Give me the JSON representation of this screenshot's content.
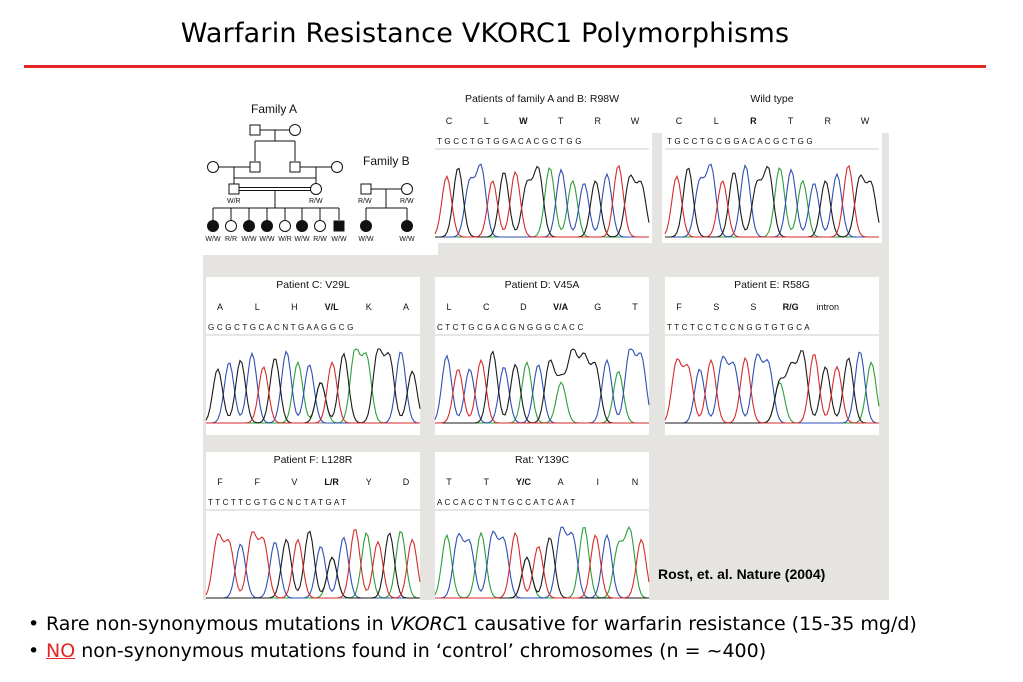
{
  "slide": {
    "title": "Warfarin Resistance VKORC1 Polymorphisms",
    "accent_color": "#e32626"
  },
  "figure": {
    "pedigree": {
      "family_a": "Family A",
      "family_b": "Family B",
      "a_parents_genotypes": [
        "W/R",
        "R/W"
      ],
      "a_children_genotypes": [
        "W/W",
        "R/R",
        "W/W",
        "W/W",
        "W/R",
        "W/W",
        "R/W",
        "W/W"
      ],
      "b_parents_genotypes": [
        "R/W",
        "R/W"
      ],
      "b_children_genotypes": [
        "W/W",
        "W/W"
      ]
    },
    "panels": [
      {
        "title": "Patients of family A and B: R98W",
        "aa": [
          "C",
          "L",
          "W",
          "T",
          "R",
          "W"
        ],
        "bold_index": 2,
        "seq": "T G C C T G T G G A C A C G C T G G"
      },
      {
        "title": "Wild type",
        "aa": [
          "C",
          "L",
          "R",
          "T",
          "R",
          "W"
        ],
        "bold_index": 2,
        "seq": "T G C C T G C G G A C A C G C T G G"
      },
      {
        "title": "Patient C: V29L",
        "aa": [
          "A",
          "L",
          "H",
          "V/L",
          "K",
          "A"
        ],
        "bold_index": 3,
        "seq": "G C G C T G C A C N T G A A G G C G"
      },
      {
        "title": "Patient D: V45A",
        "aa": [
          "L",
          "C",
          "D",
          "V/A",
          "G",
          "T"
        ],
        "bold_index": 3,
        "seq": "C T C T G C G A C G N G G G C A C C"
      },
      {
        "title": "Patient E: R58G",
        "aa": [
          "F",
          "S",
          "S",
          "R/G",
          "intron"
        ],
        "bold_index": 3,
        "seq": "T T C T C C T C C N G G T G T G C A"
      },
      {
        "title": "Patient F: L128R",
        "aa": [
          "F",
          "F",
          "V",
          "L/R",
          "Y",
          "D"
        ],
        "bold_index": 3,
        "seq": "T T C T T C G T G C N C T A T G A T"
      },
      {
        "title": "Rat: Y139C",
        "aa": [
          "T",
          "T",
          "Y/C",
          "A",
          "I",
          "N"
        ],
        "bold_index": 2,
        "seq": "A C C A C C T N T G C C A T C A A T"
      }
    ],
    "citation": "Rost, et. al. Nature (2004)"
  },
  "bullets": {
    "b1_pre": "Rare non-synonymous mutations in ",
    "b1_gene": "VKORC",
    "b1_post": "1 causative for warfarin resistance (15-35 mg/d)",
    "b2_no": "NO",
    "b2_post": " non-synonymous mutations found in ‘control’ chromosomes (n = ~400)"
  }
}
